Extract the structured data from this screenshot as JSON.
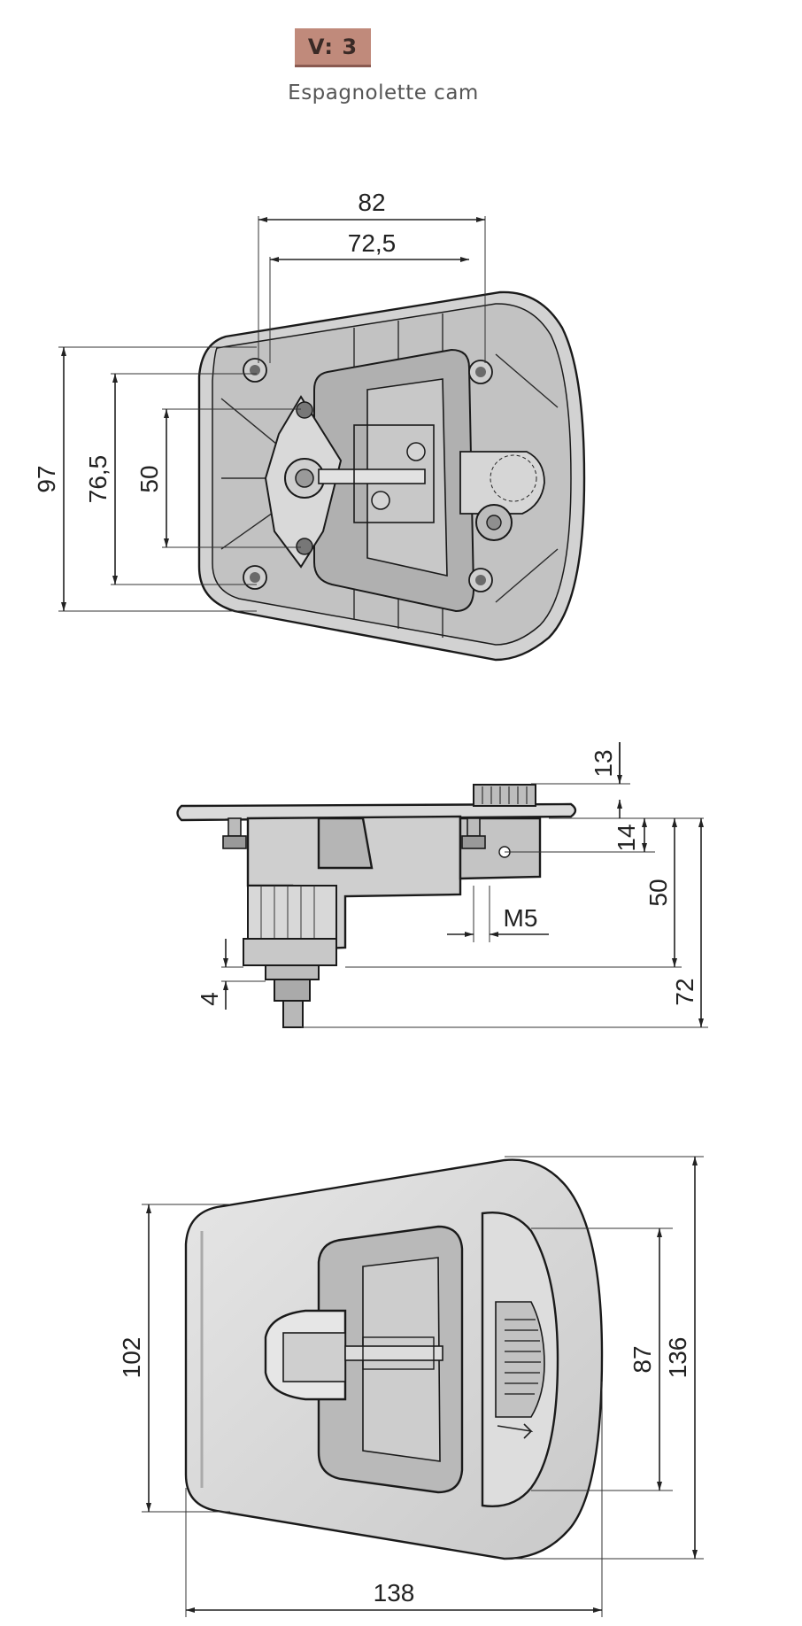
{
  "header": {
    "badge_label": "V: 3",
    "subtitle": "Espagnolette cam"
  },
  "colors": {
    "badge_bg": "#c08a7b",
    "line": "#222222",
    "part_fill": "#dcdcdc",
    "part_dark": "#b8b8b8"
  },
  "views": {
    "top": {
      "dims": {
        "width_outer": "82",
        "width_inner": "72,5",
        "height_outer": "97",
        "height_mid": "76,5",
        "height_inner": "50"
      }
    },
    "side": {
      "dims": {
        "top_step": "13",
        "thickness": "14",
        "depth": "50",
        "total_depth": "72",
        "thread": "M5",
        "spindle": "4"
      }
    },
    "front": {
      "dims": {
        "height_left": "102",
        "handle_height": "87",
        "height_right": "136",
        "width": "138"
      }
    }
  }
}
